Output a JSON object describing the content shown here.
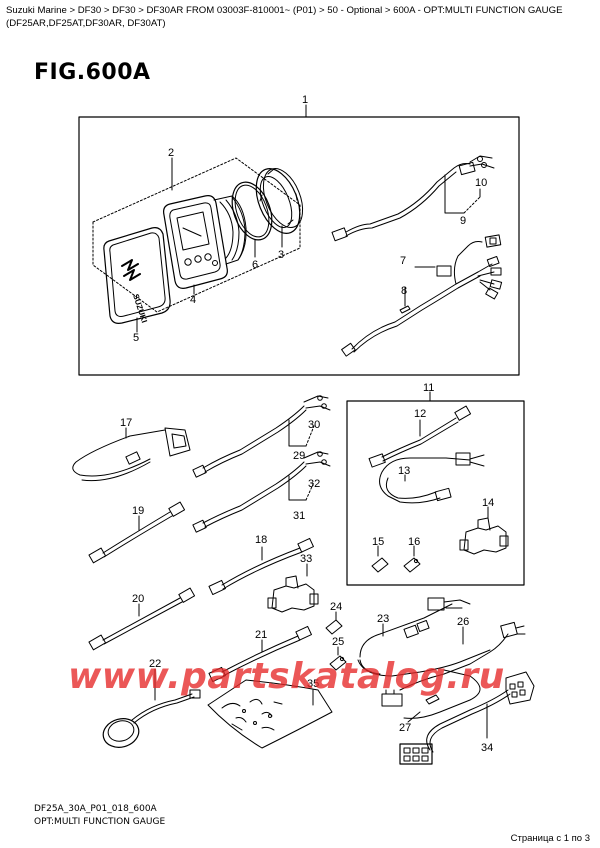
{
  "breadcrumb": "Suzuki Marine > DF30 > DF30 > DF30AR FROM 03003F-810001~ (P01) > 50 - Optional > 600A - OPT:MULTI FUNCTION GAUGE (DF25AR,DF25AT,DF30AR, DF30AT)",
  "figure_title": "FIG.600A",
  "doc_code": "DF25A_30A_P01_018_600A",
  "doc_caption": "OPT:MULTI FUNCTION GAUGE",
  "page_indicator": "Страница с 1 по 3",
  "watermark": "www.partskatalog.ru",
  "logo_text": "SUZUKI",
  "callouts": {
    "c1": "1",
    "c2": "2",
    "c3": "3",
    "c4": "4",
    "c5": "5",
    "c6": "6",
    "c7": "7",
    "c8": "8",
    "c9": "9",
    "c10": "10",
    "c11": "11",
    "c12": "12",
    "c13": "13",
    "c14": "14",
    "c15": "15",
    "c16": "16",
    "c17": "17",
    "c18": "18",
    "c19": "19",
    "c20": "20",
    "c21": "21",
    "c22": "22",
    "c23": "23",
    "c24": "24",
    "c25": "25",
    "c26": "26",
    "c27": "27",
    "c29": "29",
    "c30": "30",
    "c31": "31",
    "c32": "32",
    "c33": "33",
    "c34": "34",
    "c35": "35"
  }
}
